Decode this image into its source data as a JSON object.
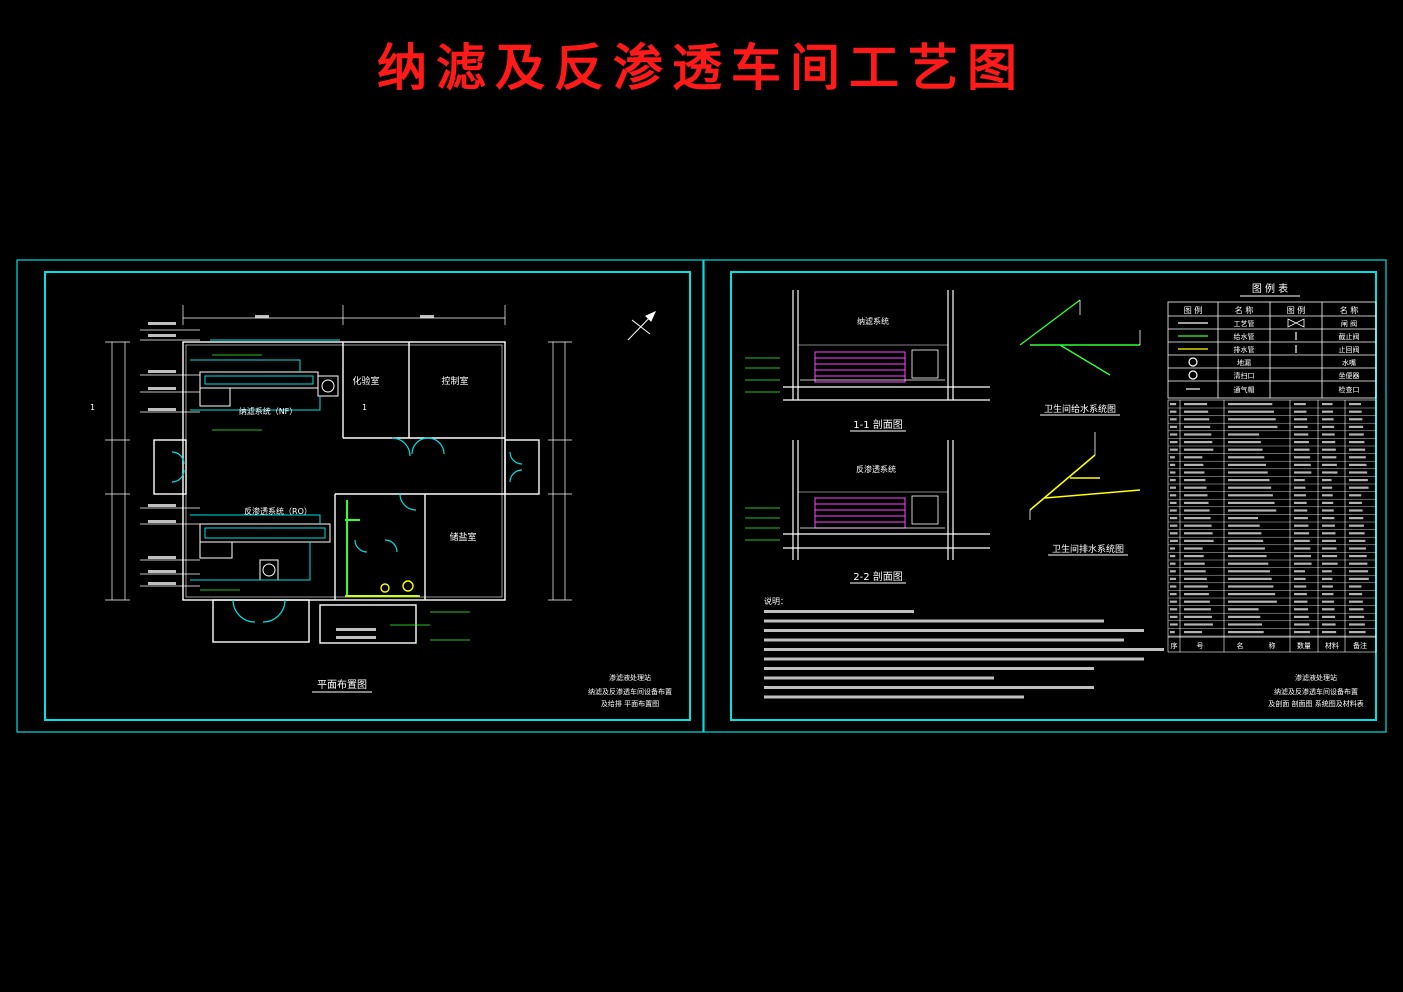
{
  "title": "纳滤及反渗透车间工艺图",
  "sheet1": {
    "rooms": {
      "lab": "化验室",
      "control": "控制室",
      "salt": "储盐室"
    },
    "systems": {
      "nf": "纳滤系统（NF）",
      "ro": "反渗透系统（RO）"
    },
    "section_mark": "1",
    "plan_caption": "平面布置图",
    "title_block": [
      "渗滤液处理站",
      "纳滤及反渗透车间设备布置",
      "及给排  平面布置图"
    ]
  },
  "sheet2": {
    "section_nf_label": "纳滤系统",
    "section_ro_label": "反渗透系统",
    "section_11_caption": "1-1 剖面图",
    "section_22_caption": "2-2 剖面图",
    "supply_caption": "卫生间给水系统图",
    "drain_caption": "卫生间排水系统图",
    "legend": {
      "title": "图 例 表",
      "headers": [
        "图 例",
        "名 称",
        "图 例",
        "名 称"
      ],
      "rows": [
        [
          "工艺管",
          "闸 阀"
        ],
        [
          "给水管",
          "截止阀"
        ],
        [
          "排水管",
          "止回阀"
        ],
        [
          "地漏",
          "水嘴"
        ],
        [
          "清扫口",
          "坐便器"
        ],
        [
          "通气帽",
          "检查口"
        ]
      ]
    },
    "notes_header": "说明：",
    "schedule_footer": [
      "序",
      "号",
      "名",
      "称",
      "数量",
      "材料",
      "备注"
    ],
    "title_block": [
      "渗滤液处理站",
      "纳滤及反渗透车间设备布置",
      "及剖面  剖面图  系统图及材料表"
    ]
  }
}
